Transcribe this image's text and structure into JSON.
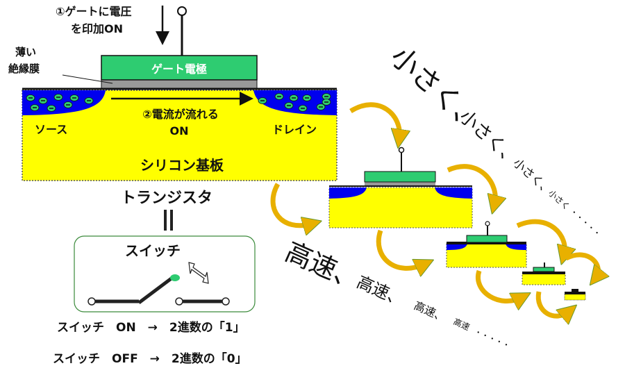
{
  "labels": {
    "step1_line1": "①ゲートに電圧",
    "step1_line2": "を印加ON",
    "oxide_line1": "薄い",
    "oxide_line2": "絶縁膜",
    "gate": "ゲート電極",
    "step2": "②電流が流れる",
    "step2_on": "ON",
    "source": "ソース",
    "drain": "ドレイン",
    "substrate": "シリコン基板",
    "transistor": "トランジスタ",
    "equals": "||",
    "switch": "スイッチ",
    "switch_on_line": "スイッチ　ON　→　2進数の「1」",
    "switch_off_line": "スイッチ　OFF　→　2進数の「0」"
  },
  "smaller": [
    "小さく、",
    "小さく、",
    "小さく、",
    "小さく",
    "・・・・・"
  ],
  "faster": [
    "高速、",
    "高速、",
    "高速、",
    "高速",
    "・・・・・"
  ],
  "colors": {
    "gate": "#2ecc71",
    "oxide": "#999999",
    "substrate": "#ffff00",
    "doped": "#0000ee",
    "electron": "#2ecc71",
    "arrow": "#e8b000"
  }
}
